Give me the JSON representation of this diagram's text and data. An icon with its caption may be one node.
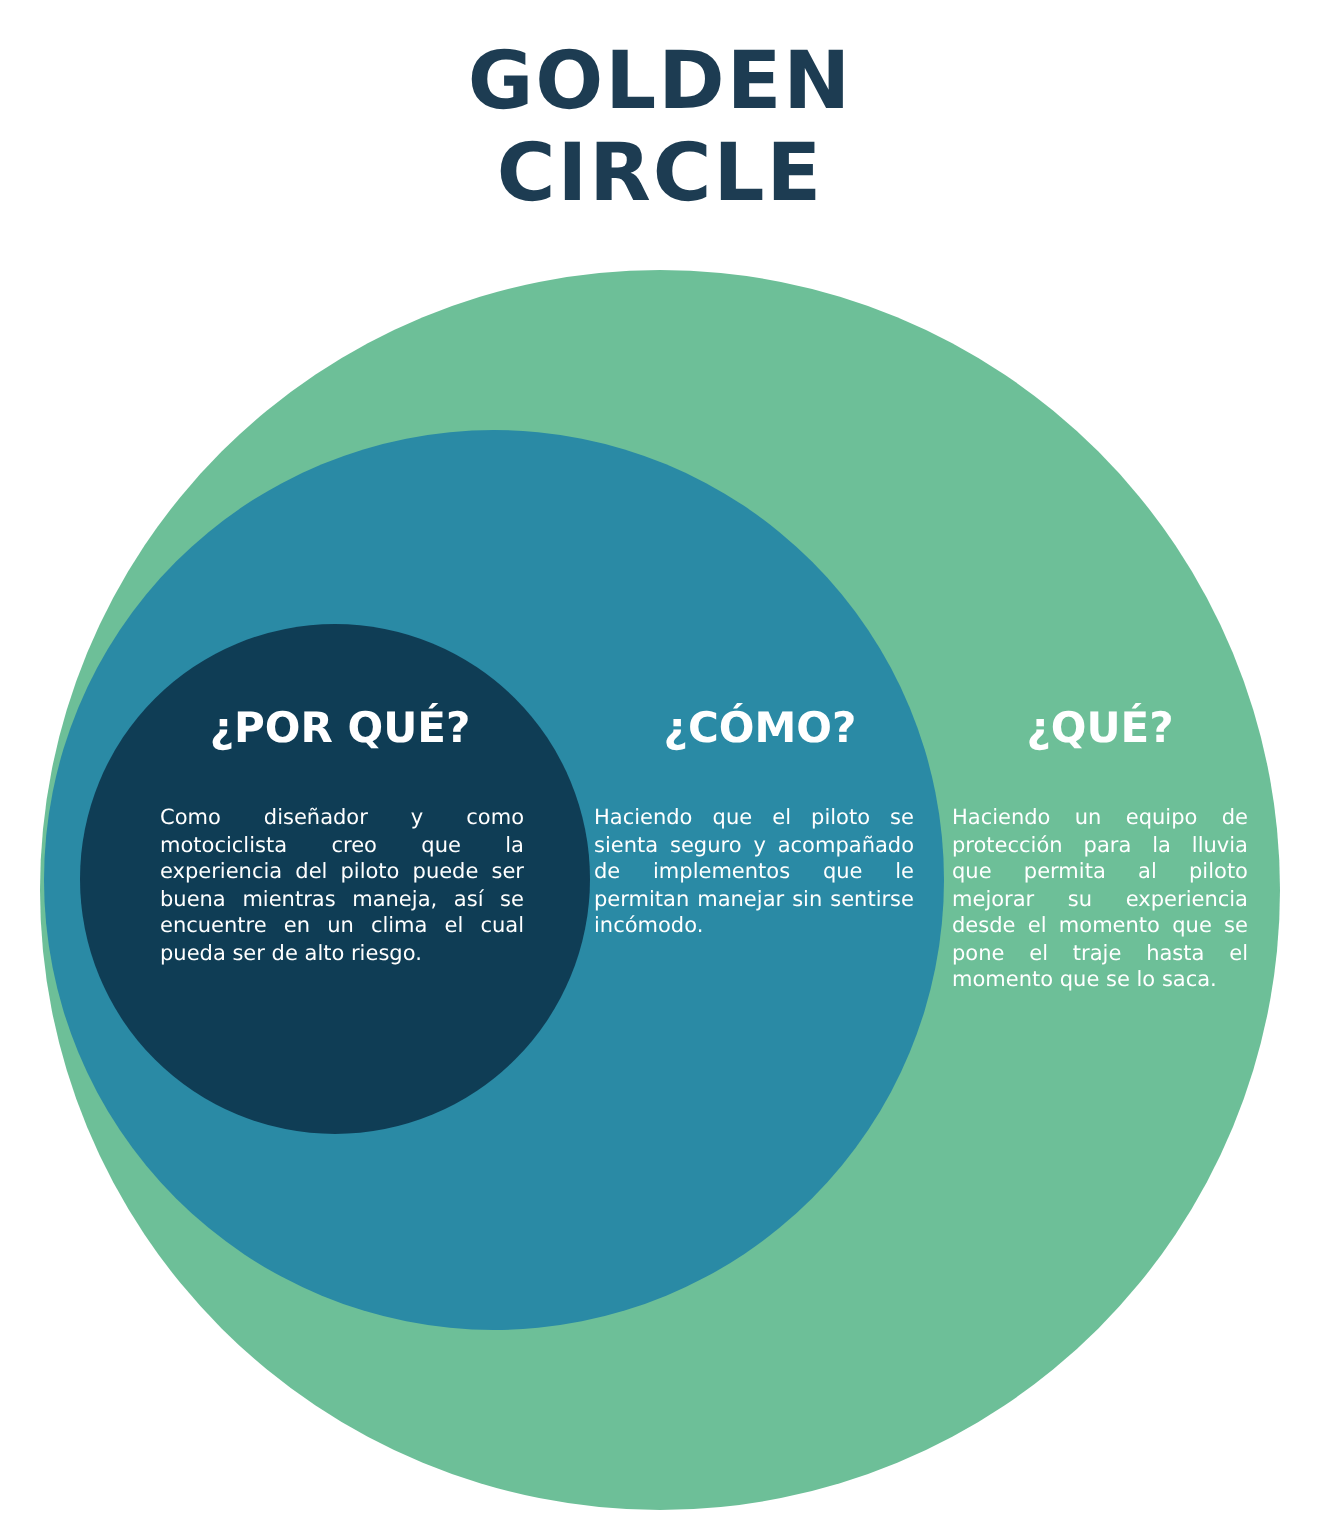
{
  "diagram": {
    "title": "GOLDEN CIRCLE",
    "nodes": [
      {
        "text": [
          "¿QUÉ?",
          "Haciendo un equipo de protección para la lluvia que permita al piloto mejorar su experiencia desde el momento que se pone el traje hasta el momento que se lo saca."
        ]
      },
      {
        "text": [
          "¿CÓMO?",
          "Haciendo que el piloto se sienta seguro y acompañado de implementos que le permitan manejar sin sentirse incómodo."
        ],
        "in": 0
      },
      {
        "text": [
          "¿POR QUÉ?",
          "Como diseñador y como motociclista creo que la experiencia del piloto puede ser buena mientras maneja, así se encuentre en un clima el cual pueda ser de alto riesgo."
        ],
        "in": 1
      }
    ]
  }
}
